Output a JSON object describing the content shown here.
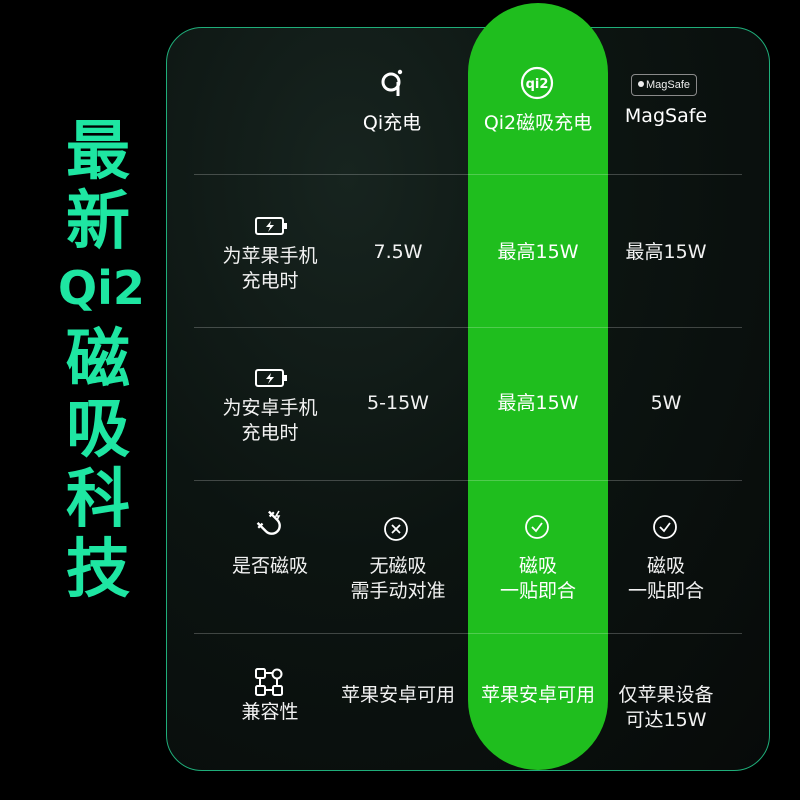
{
  "title": {
    "chars": [
      "最",
      "新",
      "Qi2",
      "磁",
      "吸",
      "科",
      "技"
    ]
  },
  "columns": {
    "qi": "Qi充电",
    "qi2": "Qi2磁吸充电",
    "magsafe": "MagSafe",
    "magsafe_badge": "MagSafe"
  },
  "rows": [
    {
      "label_lines": [
        "为苹果手机",
        "充电时"
      ],
      "qi": [
        "7.5W"
      ],
      "qi2": [
        "最高15W"
      ],
      "magsafe": [
        "最高15W"
      ]
    },
    {
      "label_lines": [
        "为安卓手机",
        "充电时"
      ],
      "qi": [
        "5-15W"
      ],
      "qi2": [
        "最高15W"
      ],
      "magsafe": [
        "5W"
      ]
    },
    {
      "label_lines": [
        "是否磁吸"
      ],
      "qi": [
        "无磁吸",
        "需手动对准"
      ],
      "qi2": [
        "磁吸",
        "一贴即合"
      ],
      "magsafe": [
        "磁吸",
        "一贴即合"
      ]
    },
    {
      "label_lines": [
        "兼容性"
      ],
      "qi": [
        "苹果安卓可用"
      ],
      "qi2": [
        "苹果安卓可用"
      ],
      "magsafe": [
        "仅苹果设备",
        "可达15W"
      ]
    }
  ],
  "colors": {
    "accent_green": "#1fbe1e",
    "title_teal": "#1ee6a2",
    "border": "#1fae7a"
  },
  "icons": [
    "battery-charging-icon",
    "magnet-icon",
    "compatibility-icon",
    "x-circle-icon",
    "check-circle-icon",
    "qi-logo-icon",
    "qi2-logo-icon",
    "apple-icon"
  ]
}
